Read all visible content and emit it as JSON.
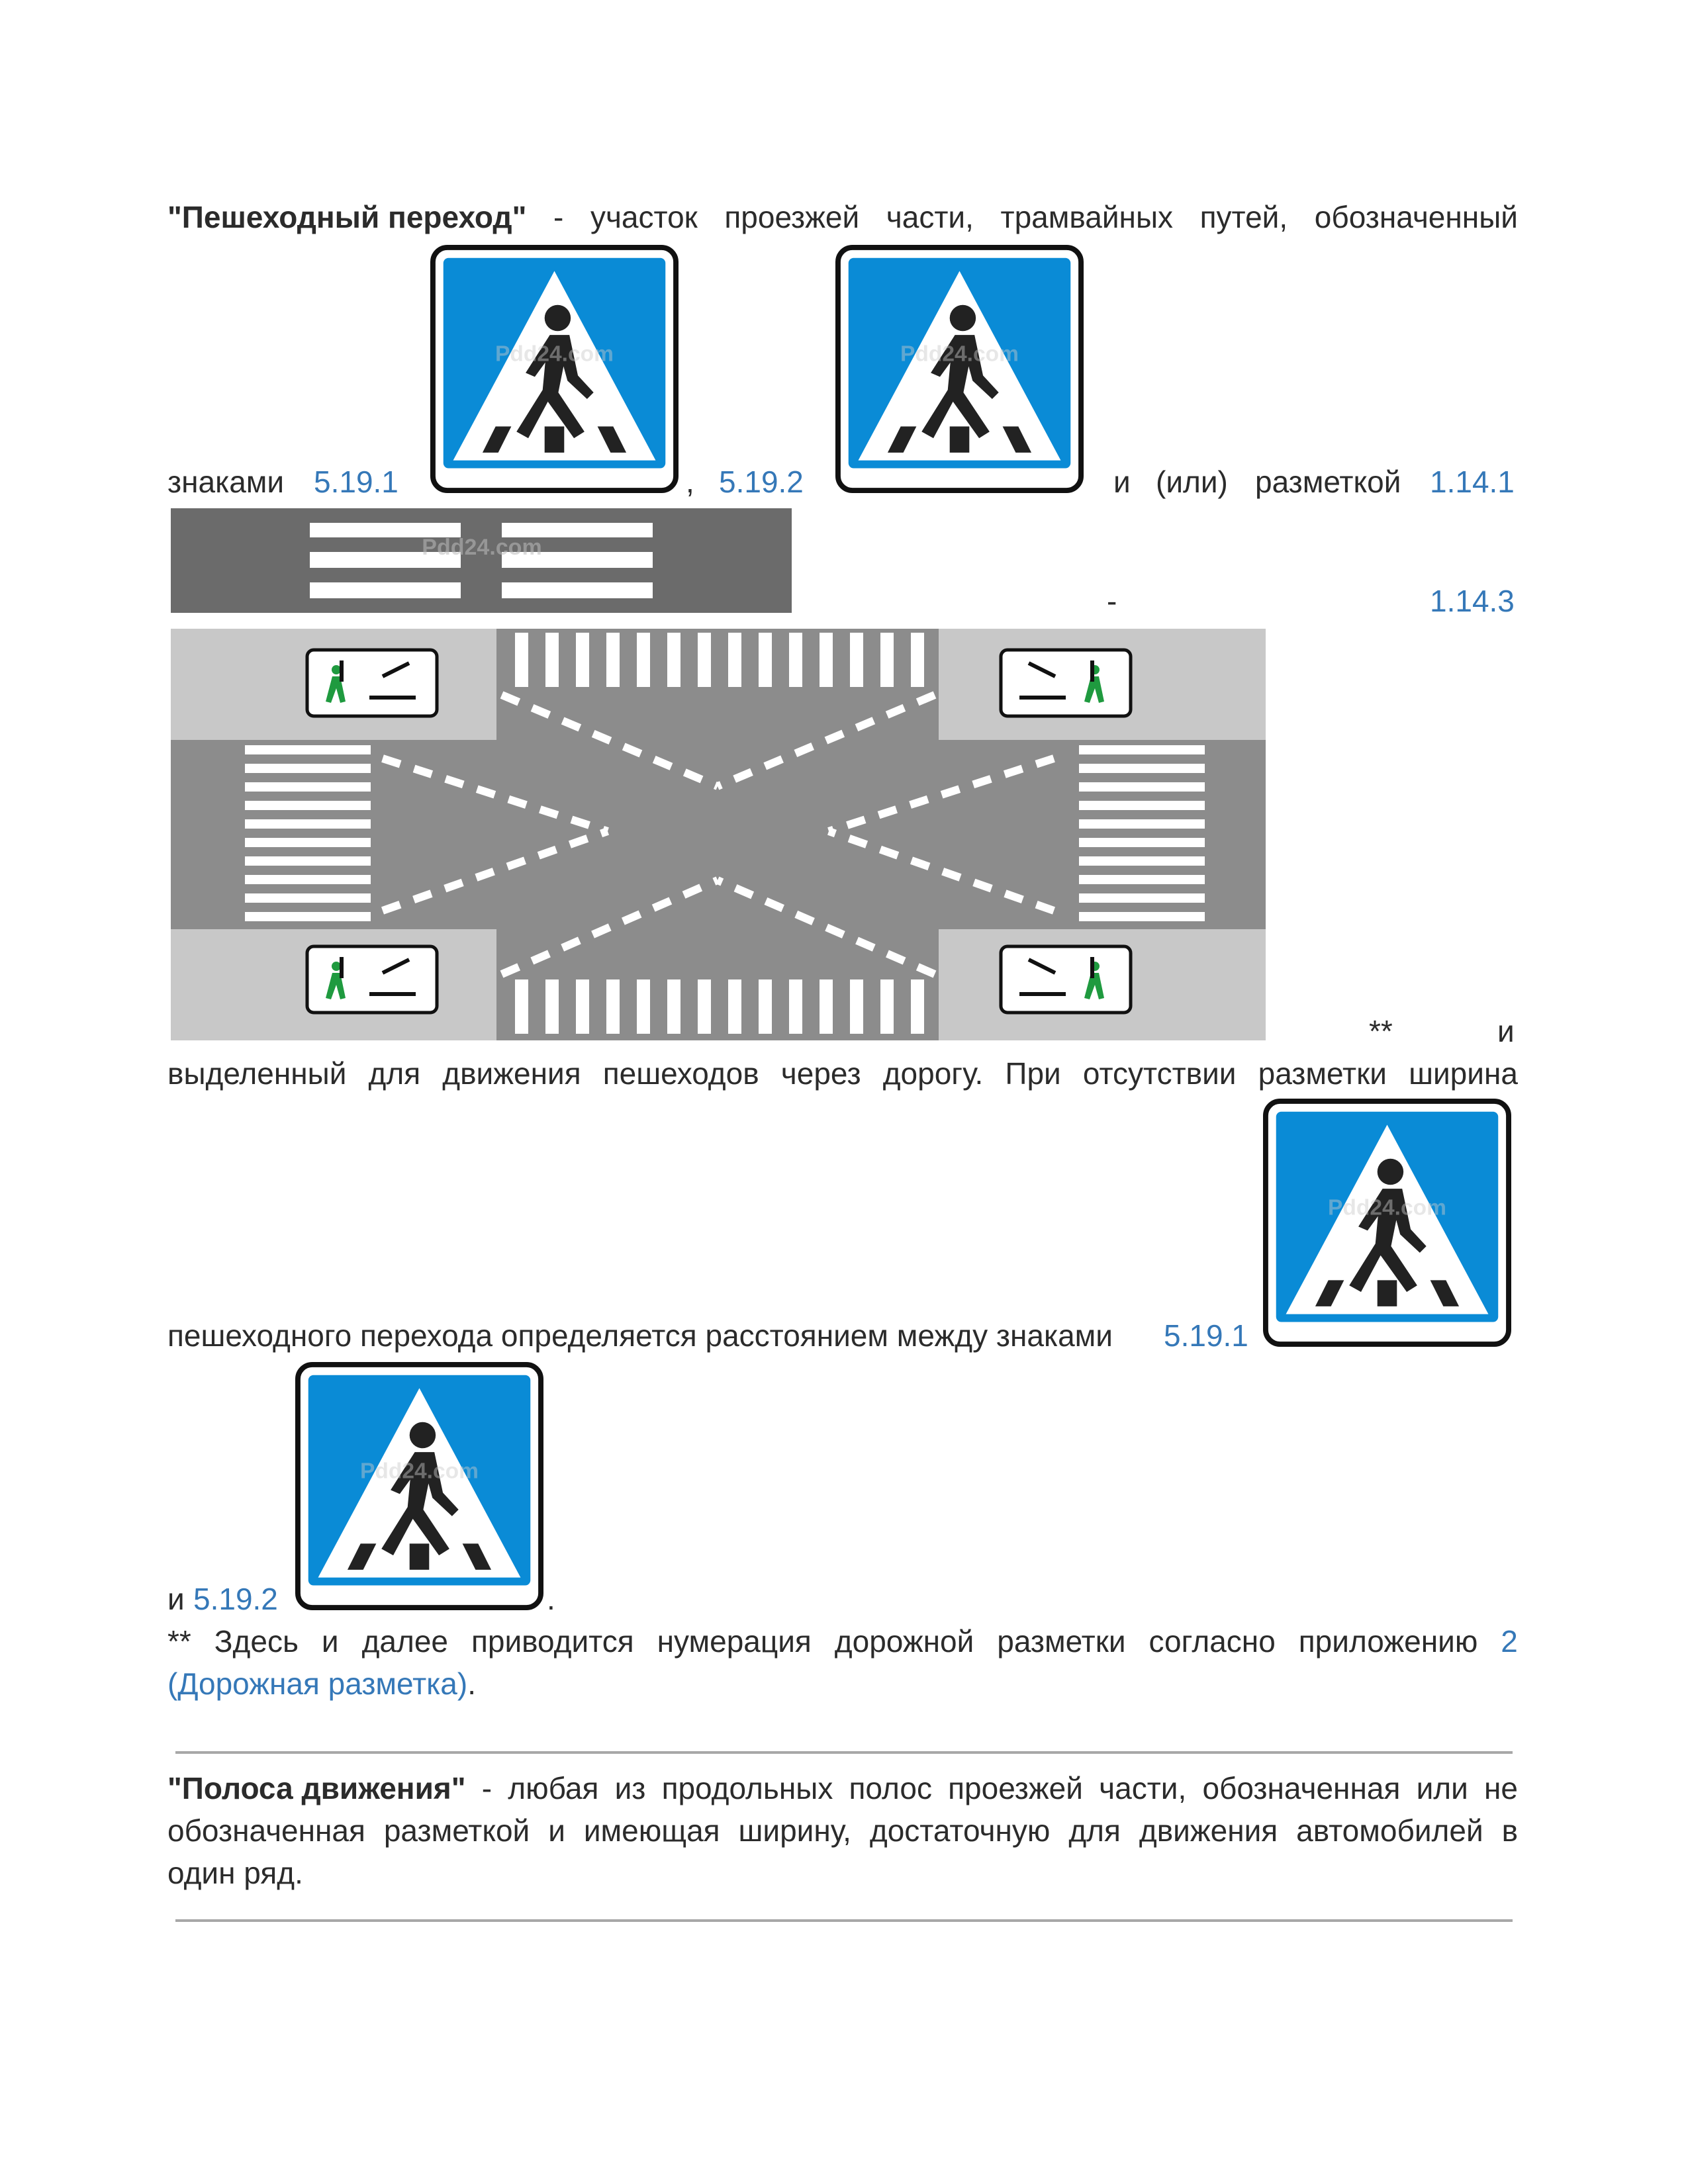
{
  "crossing": {
    "line1": {
      "term": "\"Пешеходный переход\"",
      "words": [
        "-",
        "участок",
        "проезжей",
        "части,",
        "трамвайных",
        "путей,",
        "обозначенный"
      ]
    },
    "line2": {
      "w_znakami": "знаками",
      "link_5191": "5.19.1",
      "comma": ",",
      "link_5192": "5.19.2",
      "w_i": "и",
      "w_ili": "(или)",
      "w_razmetkoy": "разметкой",
      "link_1141": "1.14.1"
    },
    "line3": {
      "dash": "-",
      "link_1143": "1.14.3"
    },
    "line4": {
      "stars": "**",
      "w_i": "и"
    },
    "line5": {
      "words": [
        "выделенный",
        "для",
        "движения",
        "пешеходов",
        "через",
        "дорогу.",
        "При",
        "отсутствии",
        "разметки",
        "ширина"
      ]
    },
    "line6": {
      "text": "пешеходного перехода определяется расстоянием между знаками",
      "link_5191": "5.19.1"
    },
    "line7": {
      "w_i": "и",
      "link_5192": "5.19.2",
      "period": "."
    },
    "footnote": {
      "words": [
        "**",
        "Здесь",
        "и",
        "далее",
        "приводится",
        "нумерация",
        "дорожной",
        "разметки",
        "согласно",
        "приложению"
      ],
      "link_2": "2",
      "link_appendix": "(Дорожная разметка)",
      "period": "."
    }
  },
  "lane": {
    "line1": {
      "term": "\"Полоса движения\"",
      "words": [
        "-",
        "любая",
        "из",
        "продольных",
        "полос",
        "проезжей",
        "части,",
        "обозначенная",
        "или",
        "не"
      ]
    },
    "line2": {
      "words": [
        "обозначенная",
        "разметкой",
        "и",
        "имеющая",
        "ширину,",
        "достаточную",
        "для",
        "движения",
        "автомобилей",
        "в"
      ]
    },
    "line3": {
      "text": "один ряд."
    }
  },
  "images": {
    "sign_label": "5.19.1 / 5.19.2",
    "sign_icon": "pedestrian-crossing-sign",
    "watermark_sign": "Pdd24.com",
    "watermark_marking": "Pdd24.com",
    "marking_icon": "road-marking-1.14.1",
    "intersection_icon": "road-marking-1.14.3-diagonal-crossing"
  },
  "colors": {
    "link": "#3578b8",
    "sign_blue": "#0a8bd6",
    "asphalt": "#8c8c8c",
    "sidewalk": "#c8c8c8"
  }
}
